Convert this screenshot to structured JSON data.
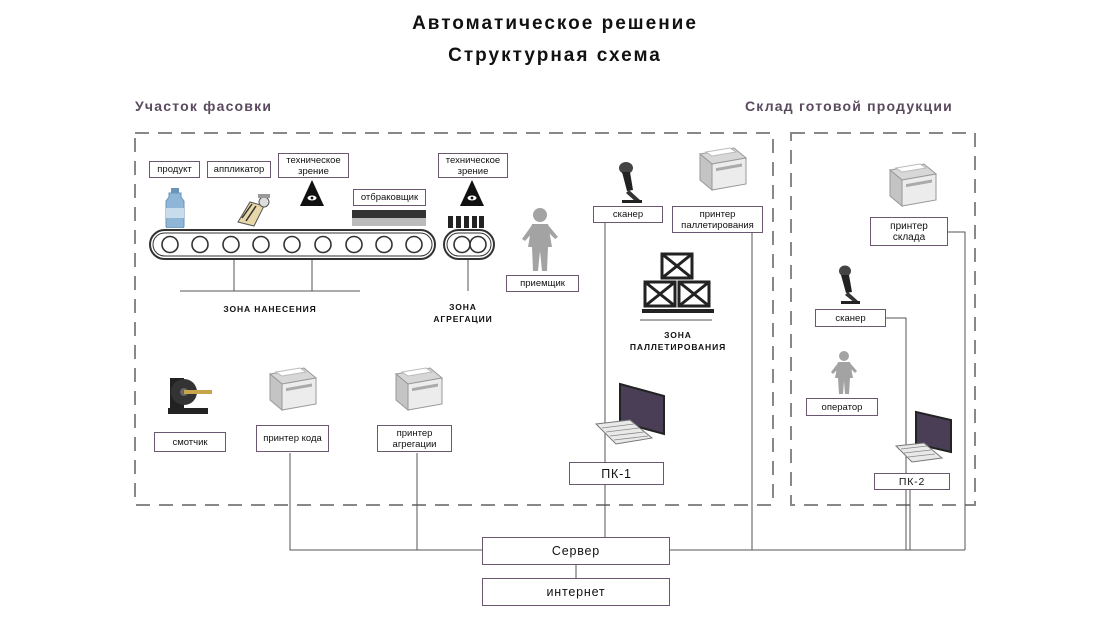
{
  "title": {
    "line1": "Автоматическое решение",
    "line2": "Структурная схема"
  },
  "sections": {
    "left": "Участок фасовки",
    "right": "Склад готовой продукции"
  },
  "labels": {
    "product": "продукт",
    "applicator": "аппликатор",
    "vision1": "техническое зрение",
    "rejector": "отбраковщик",
    "vision2": "техническое зрение",
    "scanner1": "сканер",
    "pallet_printer": "принтер паллетирования",
    "receiver": "приемщик",
    "rewinder": "смотчик",
    "code_printer": "принтер кода",
    "agg_printer": "принтер агрегации",
    "pc1": "ПК-1",
    "warehouse_printer": "принтер склада",
    "scanner2": "сканер",
    "operator": "оператор",
    "pc2": "ПК-2",
    "server": "Сервер",
    "internet": "интернет"
  },
  "zones": {
    "application": "ЗОНА НАНЕСЕНИЯ",
    "aggregation_1": "ЗОНА",
    "aggregation_2": "АГРЕГАЦИИ",
    "palletizing_1": "ЗОНА",
    "palletizing_2": "ПАЛЛЕТИРОВАНИЯ"
  }
}
